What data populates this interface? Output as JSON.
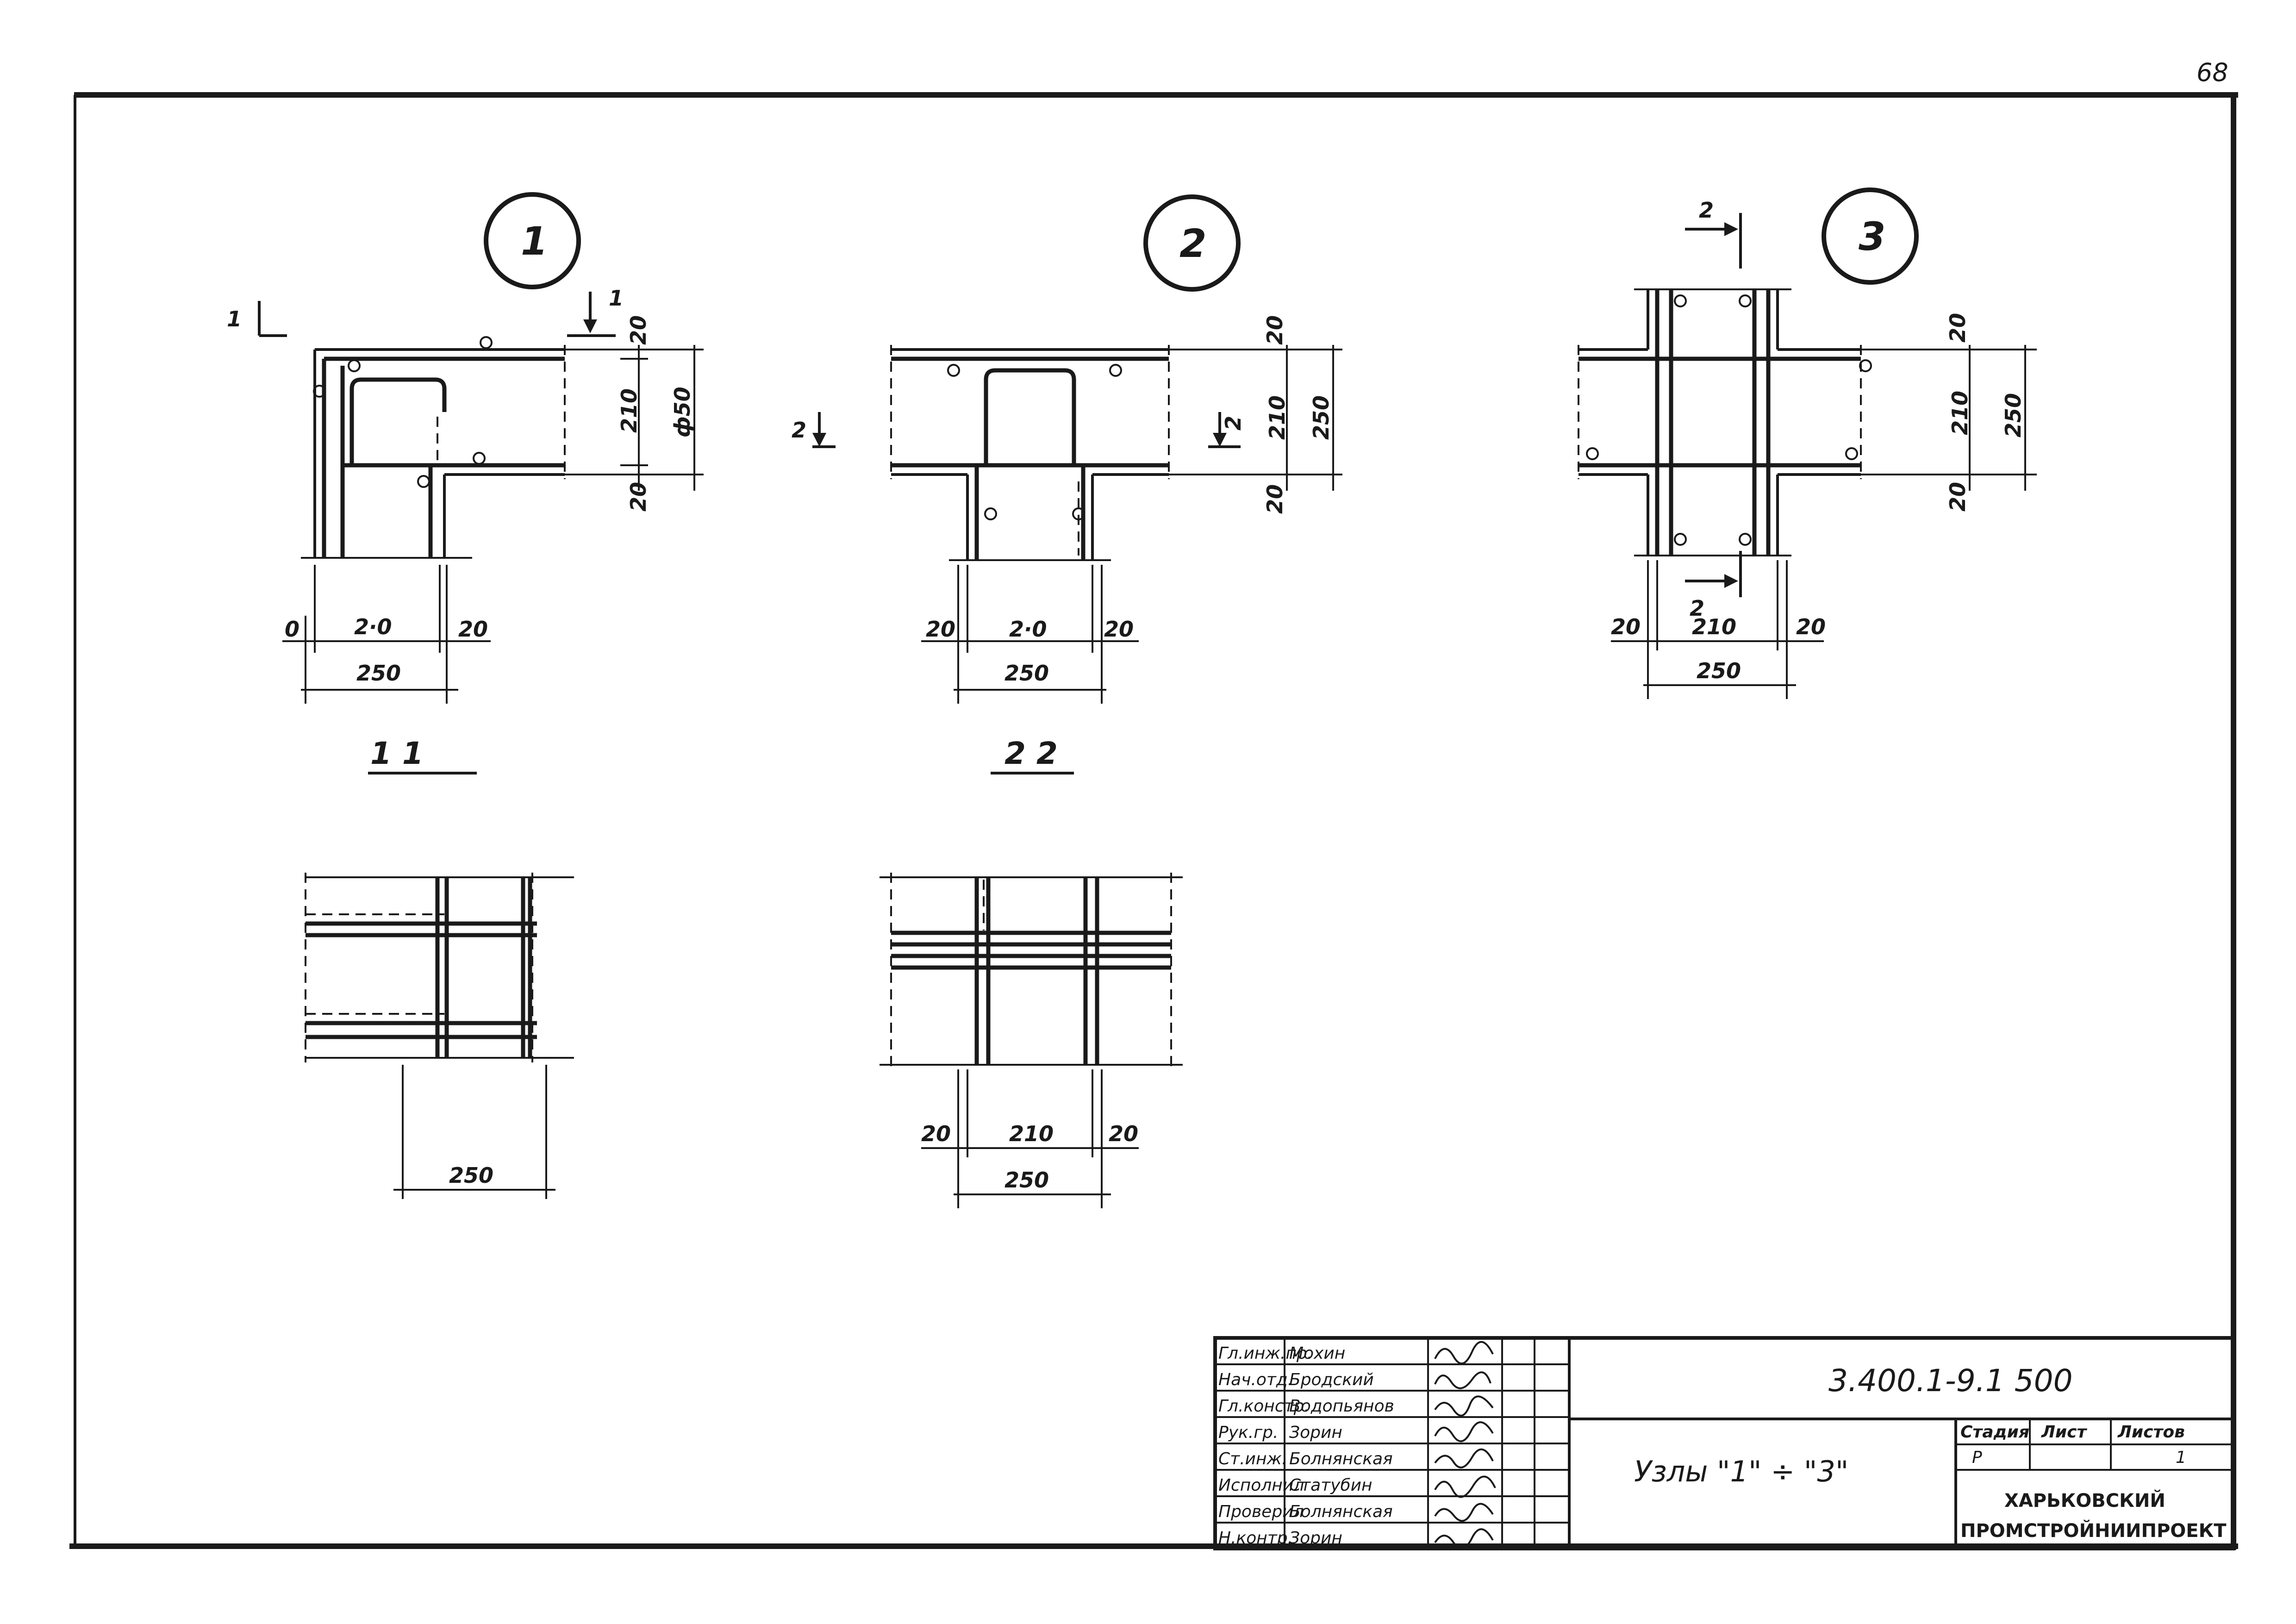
{
  "page_number": "68",
  "nodes": [
    {
      "id": "1",
      "dims_bottom": [
        "0",
        "2·0",
        "20"
      ],
      "dim_total_bottom": "250",
      "dims_side": [
        "20",
        "210",
        "20"
      ],
      "dim_total_side": "ф50",
      "cut_label_1": "1",
      "cut_label_2": "1"
    },
    {
      "id": "2",
      "dims_bottom": [
        "20",
        "2·0",
        "20"
      ],
      "dim_total_bottom": "250",
      "dims_side": [
        "20",
        "210",
        "20"
      ],
      "dim_total_side": "250",
      "cut_label_1": "2",
      "cut_label_2": "2"
    },
    {
      "id": "3",
      "dims_bottom": [
        "20",
        "210",
        "20"
      ],
      "dim_total_bottom": "250",
      "dims_side": [
        "20",
        "210",
        "20"
      ],
      "dim_total_side": "250",
      "cut_label_1": "2",
      "cut_label_2": "2"
    }
  ],
  "sections": [
    {
      "title": "1 1",
      "dim_bottom": "250"
    },
    {
      "title": "2 2",
      "dims_bottom": [
        "20",
        "210",
        "20"
      ],
      "dim_total_bottom": "250"
    }
  ],
  "title_block": {
    "designation": "3.400.1-9.1 500",
    "drawing_title": "Узлы \"1\" ÷ \"3\"",
    "stage_header": "Стадия",
    "sheet_header": "Лист",
    "sheets_header": "Листов",
    "stage": "Р",
    "sheet": "",
    "sheets": "1",
    "organization_line1": "ХАРЬКОВСКИЙ",
    "organization_line2": "ПРОМСТРОЙНИИПРОЕКТ",
    "signatures": [
      {
        "role": "Гл.инж.пр.",
        "name": "Мохин"
      },
      {
        "role": "Нач.отд.",
        "name": "Бродский"
      },
      {
        "role": "Гл.констр.",
        "name": "Водопьянов"
      },
      {
        "role": "Рук.гр.",
        "name": "Зорин"
      },
      {
        "role": "Ст.инж.",
        "name": "Болнянская"
      },
      {
        "role": "Исполнил",
        "name": "Статубин"
      },
      {
        "role": "Проверил",
        "name": "Болнянская"
      },
      {
        "role": "Н.контр.",
        "name": "Зорин"
      }
    ]
  }
}
